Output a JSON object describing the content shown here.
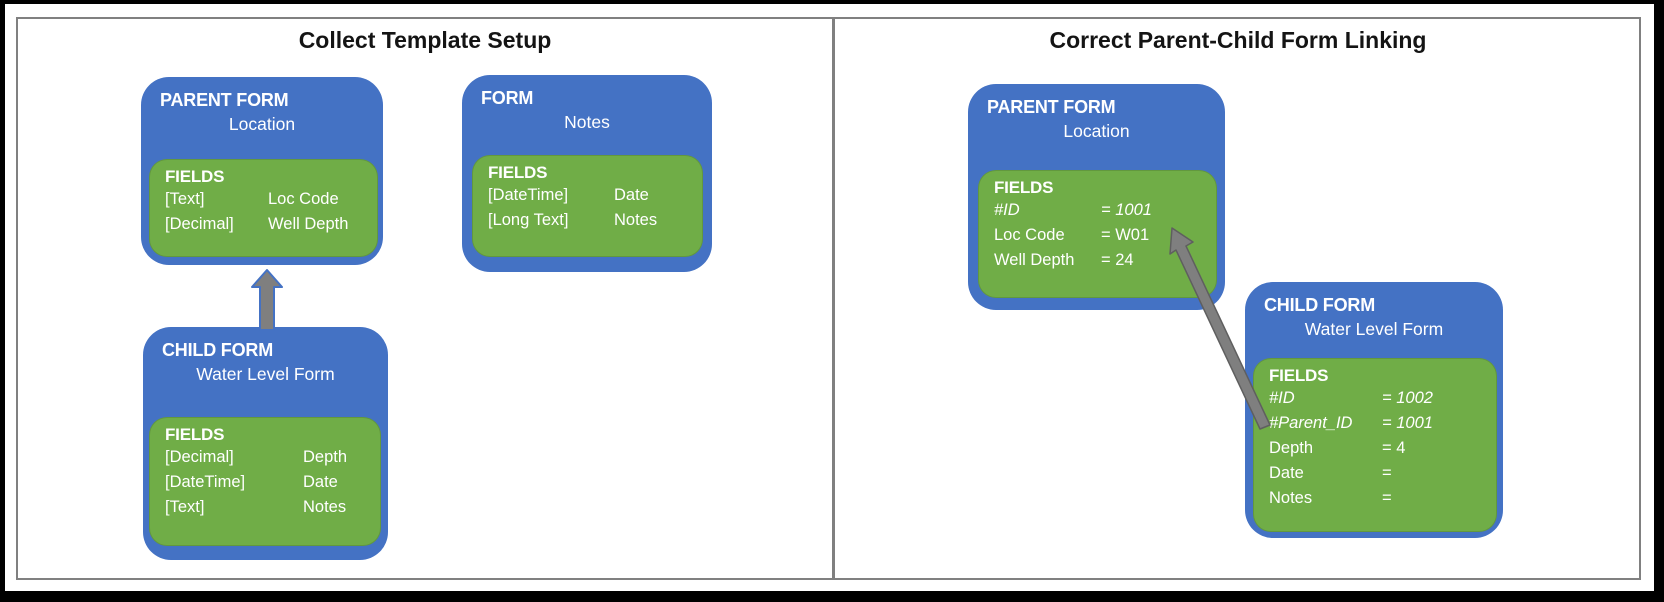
{
  "panels": [
    {
      "title": "Collect Template Setup",
      "cards": [
        {
          "kind_label": "PARENT FORM",
          "name": "Location",
          "fields_label": "FIELDS",
          "rows": [
            {
              "col1": "[Text]",
              "col2": "Loc Code"
            },
            {
              "col1": "[Decimal]",
              "col2": "Well Depth"
            }
          ]
        },
        {
          "kind_label": "FORM",
          "name": "Notes",
          "fields_label": "FIELDS",
          "rows": [
            {
              "col1": "[DateTime]",
              "col2": "Date"
            },
            {
              "col1": "[Long Text]",
              "col2": "Notes"
            }
          ]
        },
        {
          "kind_label": "CHILD FORM",
          "name": "Water Level Form",
          "fields_label": "FIELDS",
          "rows": [
            {
              "col1": "[Decimal]",
              "col2": "Depth"
            },
            {
              "col1": "[DateTime]",
              "col2": "Date"
            },
            {
              "col1": "[Text]",
              "col2": "Notes"
            }
          ]
        }
      ],
      "arrow": {
        "from": "CHILD FORM",
        "to": "PARENT FORM"
      }
    },
    {
      "title": "Correct Parent-Child Form Linking",
      "cards": [
        {
          "kind_label": "PARENT FORM",
          "name": "Location",
          "fields_label": "FIELDS",
          "rows": [
            {
              "col1": "#ID",
              "col2": "= 1001",
              "italic": true
            },
            {
              "col1": "Loc Code",
              "col2": "= W01"
            },
            {
              "col1": "Well Depth",
              "col2": "= 24"
            }
          ]
        },
        {
          "kind_label": "CHILD FORM",
          "name": "Water Level Form",
          "fields_label": "FIELDS",
          "rows": [
            {
              "col1": "#ID",
              "col2": "= 1002",
              "italic": true
            },
            {
              "col1": "#Parent_ID",
              "col2": "= 1001",
              "italic": true
            },
            {
              "col1": "Depth",
              "col2": "= 4"
            },
            {
              "col1": "Date",
              "col2": "="
            },
            {
              "col1": "Notes",
              "col2": "="
            }
          ]
        }
      ],
      "arrow": {
        "from": "#Parent_ID = 1001",
        "to": "#ID = 1001"
      }
    }
  ],
  "colors": {
    "form_blue": "#4472C4",
    "fields_green": "#70AD47",
    "arrow_fill": "#7F7F7F",
    "arrow_outline_left": "#4472C4",
    "arrow_outline_right": "#5F5F5F",
    "panel_border": "#808080",
    "frame_border": "#000000",
    "text_white": "#FFFFFF",
    "title_text": "#141414"
  }
}
